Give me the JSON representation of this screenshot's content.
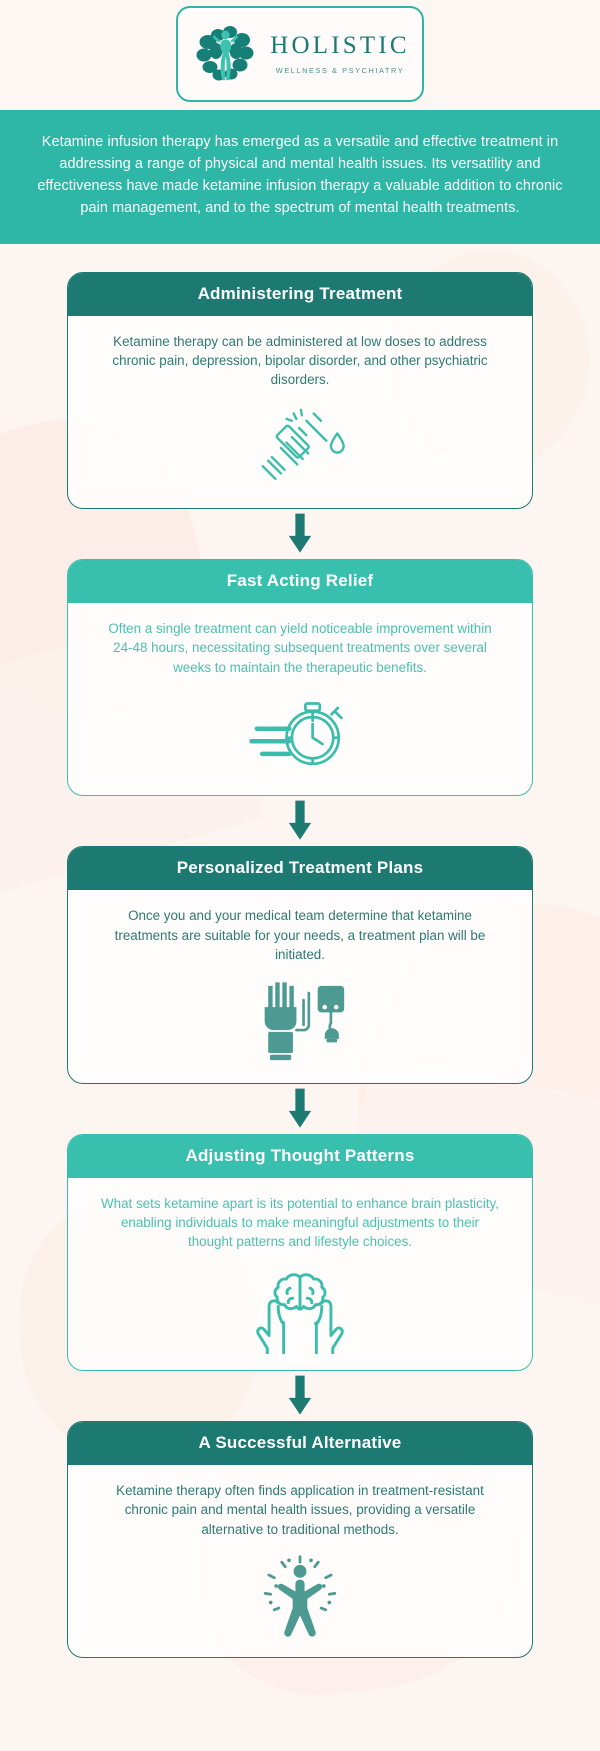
{
  "brand": {
    "logo_icon": "tree-person-logo-icon",
    "title": "HOLISTIC",
    "subtitle": "WELLNESS & PSYCHIATRY"
  },
  "intro": {
    "text": "Ketamine infusion therapy has emerged as a versatile and effective treatment in addressing a range of physical and mental health issues. Its versatility and effectiveness have made ketamine infusion therapy a valuable addition to chronic pain management, and to the spectrum of mental health treatments."
  },
  "colors": {
    "dark_teal": "#1d7a72",
    "light_teal": "#39bfae",
    "banner_teal": "#2eb7a6",
    "background": "#fdf5f1",
    "body_text_dark": "#2c7a73",
    "body_text_light": "#4bc0b0"
  },
  "steps": [
    {
      "title": "Administering Treatment",
      "body": "Ketamine therapy can be administered at low doses to address chronic pain, depression, bipolar disorder, and other psychiatric disorders.",
      "icon": "syringe-icon",
      "style": "dark"
    },
    {
      "title": "Fast Acting Relief",
      "body": "Often a single treatment can yield noticeable improvement within 24-48 hours, necessitating subsequent treatments over several weeks to maintain the therapeutic benefits.",
      "icon": "stopwatch-icon",
      "style": "light"
    },
    {
      "title": "Personalized Treatment Plans",
      "body": "Once you and your medical team determine that ketamine treatments are suitable for your needs, a treatment plan will be initiated.",
      "icon": "iv-infusion-monitor-icon",
      "style": "dark"
    },
    {
      "title": "Adjusting Thought Patterns",
      "body": "What sets ketamine apart is its potential to enhance brain plasticity, enabling individuals to make meaningful adjustments to their thought patterns and lifestyle choices.",
      "icon": "hands-holding-brain-icon",
      "style": "light"
    },
    {
      "title": "A Successful Alternative",
      "body": "Ketamine therapy often finds application in treatment-resistant chronic pain and mental health issues, providing a versatile alternative to traditional methods.",
      "icon": "celebrating-person-icon",
      "style": "dark"
    }
  ],
  "connectors": {
    "icon": "down-arrow-icon",
    "count": 4
  }
}
